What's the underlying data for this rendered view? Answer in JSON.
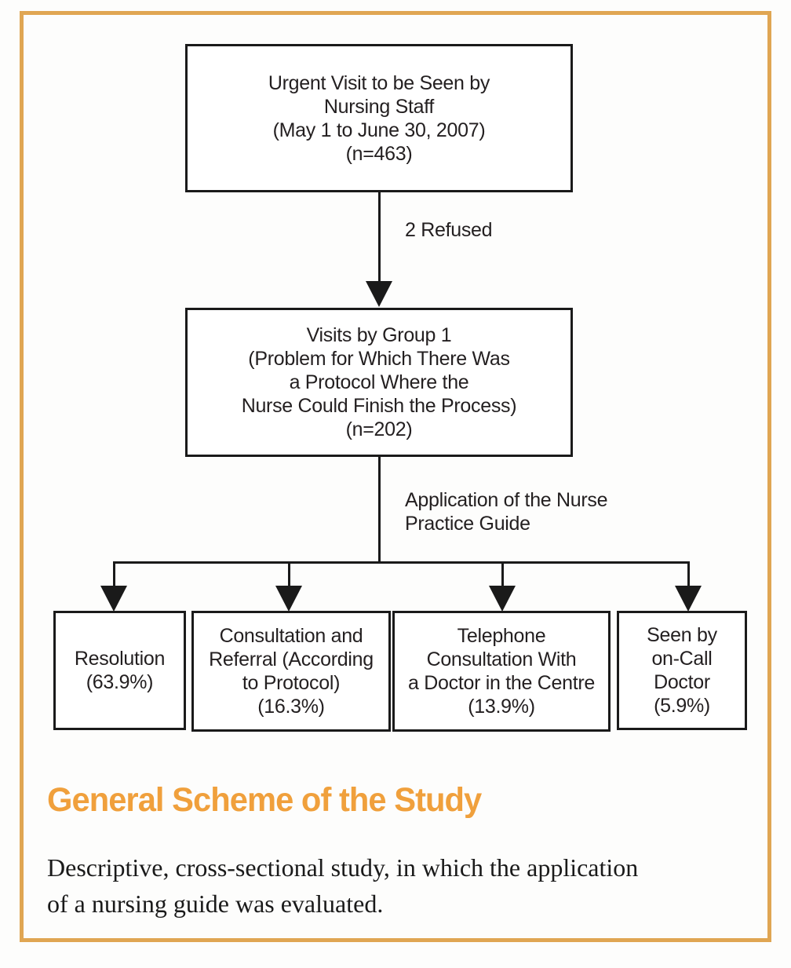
{
  "page": {
    "frame_color": "#e0a653",
    "accent_color": "#f0a03c",
    "text_color": "#231f20"
  },
  "flowchart": {
    "top_box_lines": [
      "Urgent Visit to be Seen by",
      "Nursing Staff",
      "(May 1 to June 30, 2007)",
      "(n=463)"
    ],
    "refused_label": "2 Refused",
    "mid_box_lines": [
      "Visits by Group 1",
      "(Problem for Which There Was",
      "a Protocol Where the",
      "Nurse Could Finish the Process)",
      "(n=202)"
    ],
    "guide_label_lines": [
      "Application of the Nurse",
      "Practice Guide"
    ],
    "outcomes": [
      {
        "lines": [
          "Resolution",
          "(63.9%)"
        ]
      },
      {
        "lines": [
          "Consultation and",
          "Referral (According",
          "to Protocol)",
          "(16.3%)"
        ]
      },
      {
        "lines": [
          "Telephone",
          "Consultation With",
          "a Doctor in the Centre",
          "(13.9%)"
        ]
      },
      {
        "lines": [
          "Seen by",
          "on-Call",
          "Doctor",
          "(5.9%)"
        ]
      }
    ]
  },
  "caption": {
    "title": "General Scheme of the Study",
    "description_lines": [
      "Descriptive, cross-sectional study, in which the application",
      "of a nursing guide was evaluated."
    ]
  }
}
